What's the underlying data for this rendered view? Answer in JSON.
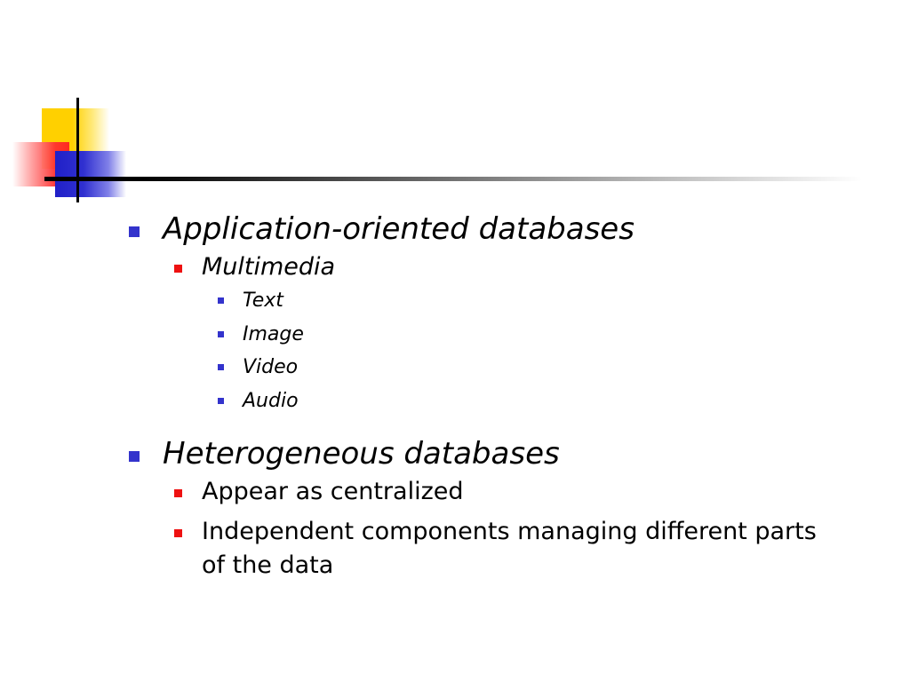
{
  "slide": {
    "bullets": [
      {
        "text": "Application-oriented databases",
        "children": [
          {
            "text": "Multimedia",
            "children": [
              "Text",
              "Image",
              "Video",
              "Audio"
            ]
          }
        ]
      },
      {
        "text": "Heterogeneous databases",
        "children": [
          {
            "text": "Appear as centralized"
          },
          {
            "text": "Independent components managing different parts of the data"
          }
        ]
      }
    ]
  },
  "colors": {
    "bullet_level1": "#3333cc",
    "bullet_level2": "#ee1111",
    "bullet_level3": "#3333cc",
    "accent_yellow": "#ffd000",
    "accent_red": "#ff2020",
    "accent_blue": "#2020c8"
  },
  "icons": {
    "decoration": "colored-squares-crosshair-graphic",
    "bullet": "square-bullet-icon"
  }
}
